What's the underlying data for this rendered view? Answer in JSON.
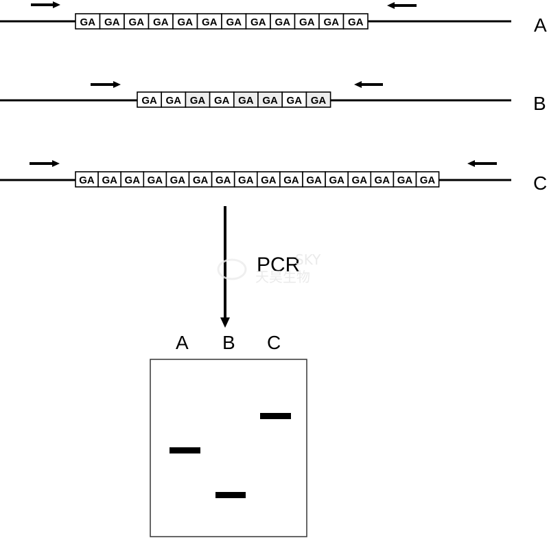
{
  "constructs": [
    {
      "label": "A",
      "repeat_unit": "GA",
      "repeat_count": 12,
      "shaded_units": []
    },
    {
      "label": "B",
      "repeat_unit": "GA",
      "repeat_count": 8,
      "shaded_units": [
        2,
        4,
        5,
        7
      ]
    },
    {
      "label": "C",
      "repeat_unit": "GA",
      "repeat_count": 16,
      "shaded_units": []
    }
  ],
  "process_label": "PCR",
  "gel": {
    "lanes": [
      "A",
      "B",
      "C"
    ],
    "band_order_top_to_bottom": [
      "C",
      "A",
      "B"
    ]
  },
  "watermark": {
    "text_en": "SKY",
    "text_cn": "天昊生物"
  },
  "colors": {
    "ink": "#000000",
    "background": "#ffffff",
    "shaded_unit": "#ededed",
    "gel_border": "#333333"
  }
}
